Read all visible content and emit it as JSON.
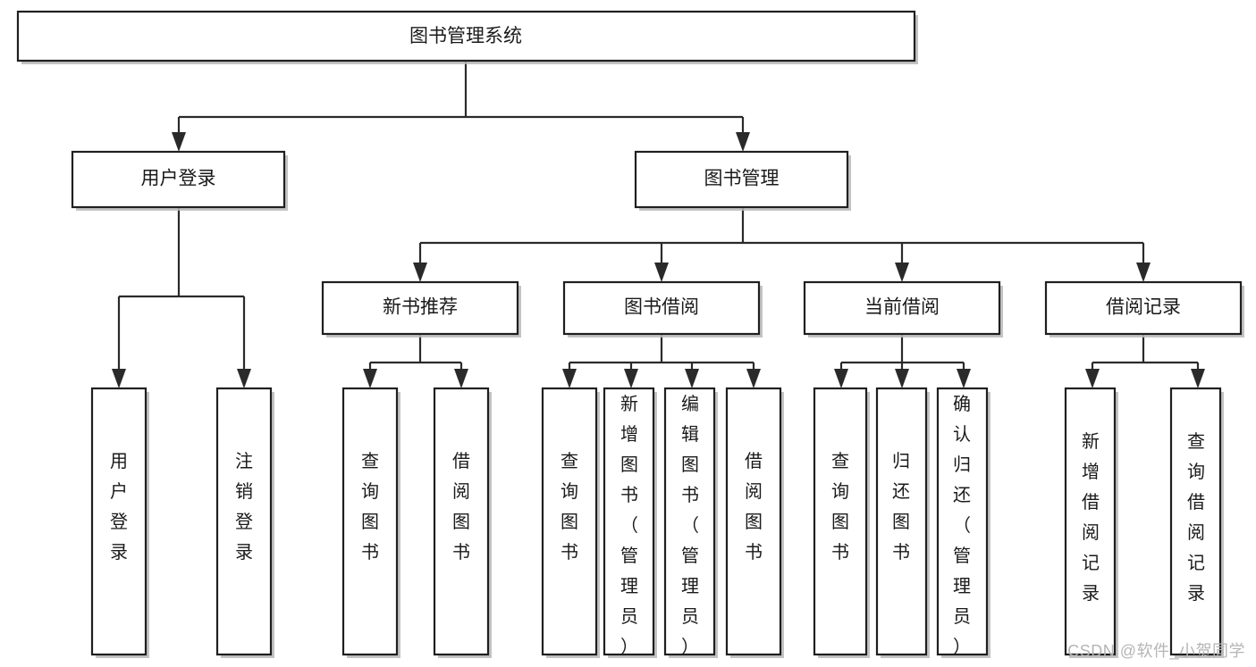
{
  "diagram": {
    "title": "图书管理系统",
    "type": "tree-hierarchy-chart",
    "watermark": "CSDN @软件_小贺同学",
    "colors": {
      "box_fill": "#ffffff",
      "box_stroke": "#1f1f1f",
      "line": "#2a2a2a",
      "text": "#1a1a1a",
      "watermark": "#b5b5b5",
      "background": "#ffffff"
    },
    "levels": {
      "root": {
        "label": "图书管理系统"
      },
      "level2": [
        {
          "label": "用户登录"
        },
        {
          "label": "图书管理"
        }
      ],
      "level3": [
        {
          "label": "新书推荐"
        },
        {
          "label": "图书借阅"
        },
        {
          "label": "当前借阅"
        },
        {
          "label": "借阅记录"
        }
      ],
      "leaves": {
        "用户登录": [
          {
            "label": "用户登录"
          },
          {
            "label": "注销登录"
          }
        ],
        "新书推荐": [
          {
            "label": "查询图书"
          },
          {
            "label": "借阅图书"
          }
        ],
        "图书借阅": [
          {
            "label": "查询图书"
          },
          {
            "label": "新增图书（管理员）"
          },
          {
            "label": "编辑图书（管理员）"
          },
          {
            "label": "借阅图书"
          }
        ],
        "当前借阅": [
          {
            "label": "查询图书"
          },
          {
            "label": "归还图书"
          },
          {
            "label": "确认归还（管理员）"
          }
        ],
        "借阅记录": [
          {
            "label": "新增借阅记录"
          },
          {
            "label": "查询借阅记录"
          }
        ]
      }
    }
  },
  "nodes": {
    "root": "图书管理系统",
    "n_user_login": "用户登录",
    "n_book_mgmt": "图书管理",
    "n_new_book_rec": "新书推荐",
    "n_book_borrow": "图书借阅",
    "n_current_borrow": "当前借阅",
    "n_borrow_record": "借阅记录",
    "l_user_login": "用户登录",
    "l_user_logout": "注销登录",
    "l_nbr_query": "查询图书",
    "l_nbr_borrow": "借阅图书",
    "l_bb_query": "查询图书",
    "l_bb_add": "新增图书（管理员）",
    "l_bb_edit": "编辑图书（管理员）",
    "l_bb_borrow": "借阅图书",
    "l_cb_query": "查询图书",
    "l_cb_return": "归还图书",
    "l_cb_confirm": "确认归还（管理员）",
    "l_br_add": "新增借阅记录",
    "l_br_query": "查询借阅记录"
  },
  "watermark": {
    "text": "CSDN @软件_小贺同学"
  }
}
